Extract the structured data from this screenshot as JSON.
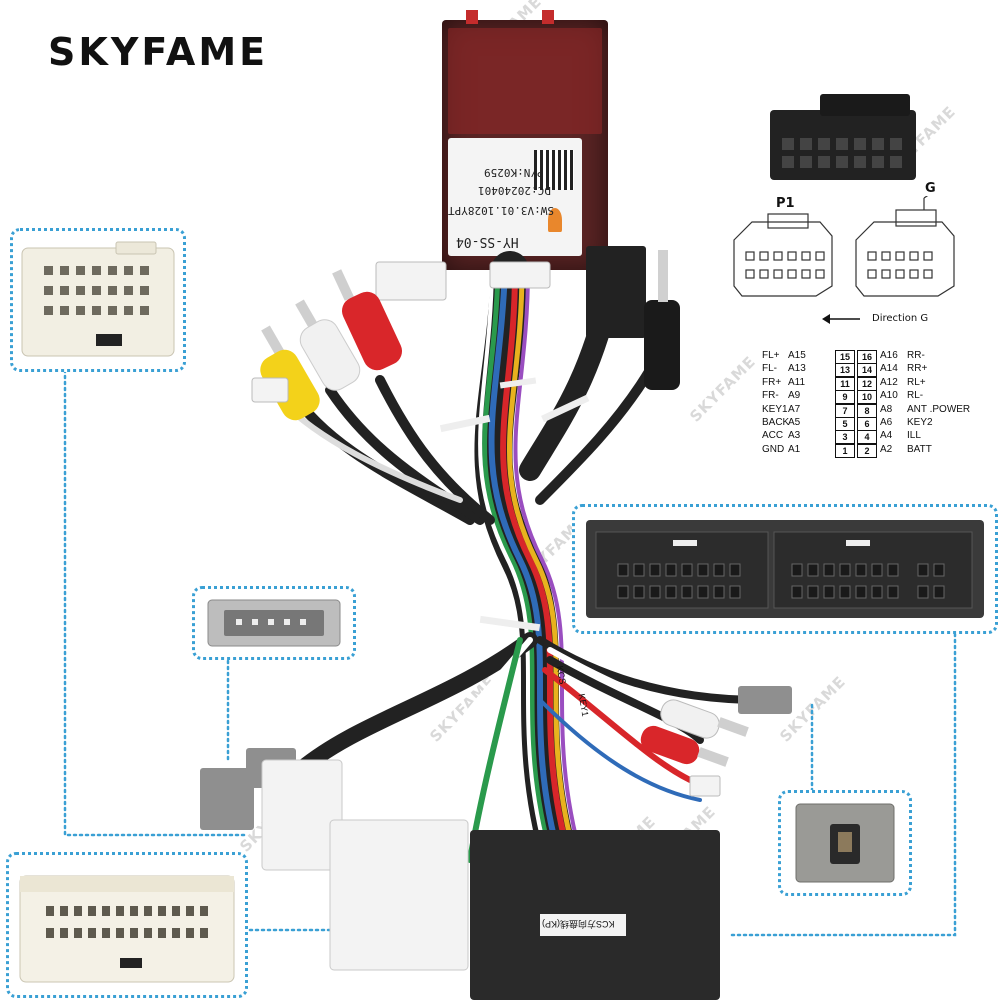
{
  "brand": {
    "name": "SKYFAME",
    "watermark": "SKYFAME"
  },
  "module": {
    "model": "HY-SS-04",
    "software": "SW:V3.01.1028YPT",
    "date_code": "DC:20240401",
    "part_number": "P/N:K0259"
  },
  "connector_diagram": {
    "label_p1": "P1",
    "label_g": "G",
    "direction": "Direction G",
    "pins": [
      {
        "left_name": "FL+",
        "left_code": "A15",
        "left_num": "15",
        "right_num": "16",
        "right_code": "A16",
        "right_name": "RR-"
      },
      {
        "left_name": "FL-",
        "left_code": "A13",
        "left_num": "13",
        "right_num": "14",
        "right_code": "A14",
        "right_name": "RR+"
      },
      {
        "left_name": "FR+",
        "left_code": "A11",
        "left_num": "11",
        "right_num": "12",
        "right_code": "A12",
        "right_name": "RL+"
      },
      {
        "left_name": "FR-",
        "left_code": "A9",
        "left_num": "9",
        "right_num": "10",
        "right_code": "A10",
        "right_name": "RL-"
      },
      {
        "left_name": "KEY1",
        "left_code": "A7",
        "left_num": "7",
        "right_num": "8",
        "right_code": "A8",
        "right_name": "ANT .POWER"
      },
      {
        "left_name": "BACK",
        "left_code": "A5",
        "left_num": "5",
        "right_num": "6",
        "right_code": "A6",
        "right_name": "KEY2"
      },
      {
        "left_name": "ACC",
        "left_code": "A3",
        "left_num": "3",
        "right_num": "4",
        "right_code": "A4",
        "right_name": "ILL"
      },
      {
        "left_name": "GND",
        "left_code": "A1",
        "left_num": "1",
        "right_num": "2",
        "right_code": "A2",
        "right_name": "BATT"
      }
    ]
  },
  "harness_tags": {
    "tag1": "KEY1",
    "tag2": "KCS",
    "tag3": "KCS方向盘线(KP)"
  },
  "colors": {
    "dotted_border": "#3aa0d4",
    "module_body": "#5a2424",
    "connector_white": "#f2f0ea",
    "connector_black": "#2a2a2a",
    "connector_grey": "#8a8a8a"
  }
}
